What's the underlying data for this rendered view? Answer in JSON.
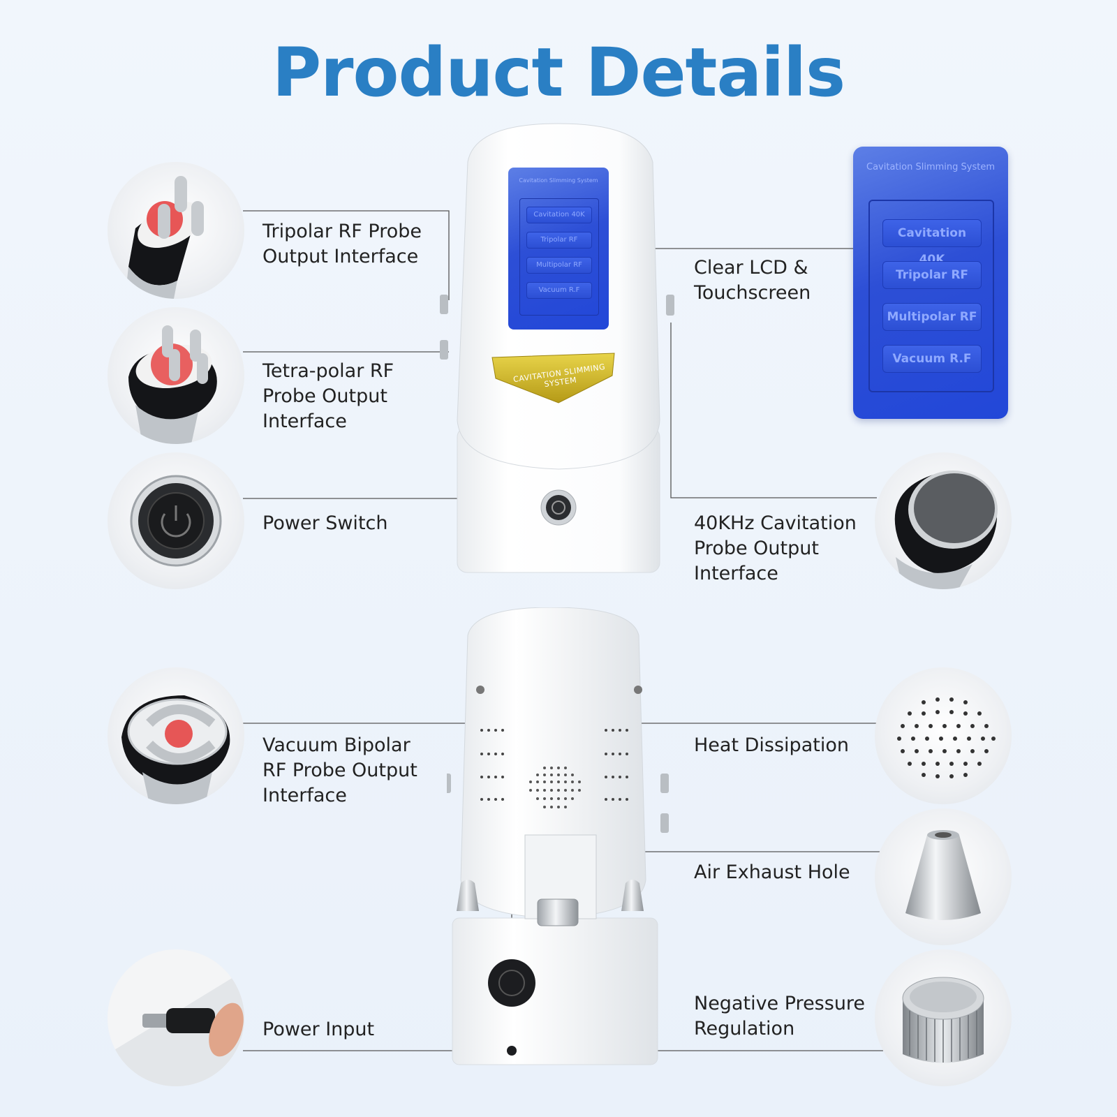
{
  "title": "Product Details",
  "colors": {
    "title": "#2a7fc4",
    "line": "#555555"
  },
  "labels": {
    "tripolar": [
      "Tripolar RF Probe",
      "Output Interface"
    ],
    "tetrapolar": [
      "Tetra-polar RF",
      "Probe Output",
      "Interface"
    ],
    "power_switch": [
      "Power Switch"
    ],
    "lcd": [
      "Clear LCD &",
      "Touchscreen"
    ],
    "cavitation": [
      "40KHz Cavitation",
      "Probe Output",
      "Interface"
    ],
    "vacuum": [
      "Vacuum Bipolar",
      "RF Probe Output",
      "Interface"
    ],
    "power_input": [
      "Power Input"
    ],
    "heat": [
      "Heat Dissipation"
    ],
    "exhaust": [
      "Air Exhaust Hole"
    ],
    "pressure": [
      "Negative Pressure",
      "Regulation"
    ]
  },
  "screen": {
    "header": "Cavitation Slimming System",
    "buttons": [
      "Cavitation 40K",
      "Tripolar RF",
      "Multipolar RF",
      "Vacuum R.F"
    ]
  },
  "badge": "CAVITATION SLIMMING SYSTEM",
  "icons": [
    "tripolar-probe-icon",
    "tetrapolar-probe-icon",
    "power-button-icon",
    "cavitation-probe-icon",
    "vacuum-probe-icon",
    "power-plug-icon",
    "vent-grille-icon",
    "exhaust-nozzle-icon",
    "knob-icon"
  ]
}
